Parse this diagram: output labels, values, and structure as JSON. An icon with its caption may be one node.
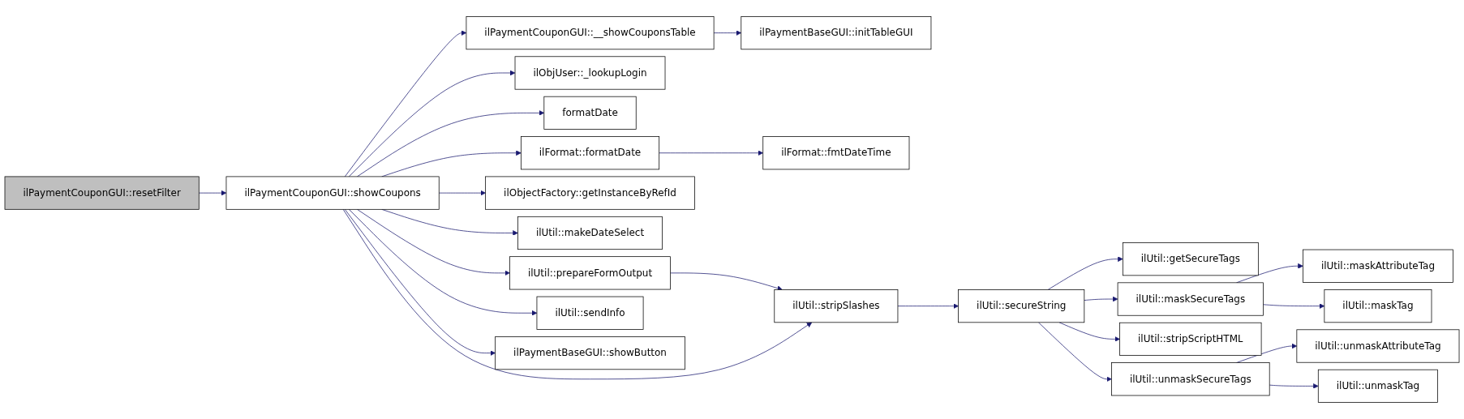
{
  "diagram": {
    "nodes": [
      {
        "text": [
          "ilPaymentCouponGUI::resetFilter"
        ]
      },
      {
        "text": [
          "ilPaymentCouponGUI::showCoupons"
        ]
      },
      {
        "text": [
          "ilPaymentCouponGUI::__showCouponsTable"
        ]
      },
      {
        "text": [
          "ilPaymentBaseGUI::initTableGUI"
        ]
      },
      {
        "text": [
          "ilObjUser::_lookupLogin"
        ]
      },
      {
        "text": [
          "formatDate"
        ]
      },
      {
        "text": [
          "ilFormat::formatDate"
        ]
      },
      {
        "text": [
          "ilFormat::fmtDateTime"
        ]
      },
      {
        "text": [
          "ilObjectFactory::getInstanceByRefId"
        ]
      },
      {
        "text": [
          "ilUtil::makeDateSelect"
        ]
      },
      {
        "text": [
          "ilUtil::prepareFormOutput"
        ]
      },
      {
        "text": [
          "ilUtil::stripSlashes"
        ]
      },
      {
        "text": [
          "ilUtil::secureString"
        ]
      },
      {
        "text": [
          "ilUtil::getSecureTags"
        ]
      },
      {
        "text": [
          "ilUtil::maskSecureTags"
        ]
      },
      {
        "text": [
          "ilUtil::maskAttributeTag"
        ]
      },
      {
        "text": [
          "ilUtil::maskTag"
        ]
      },
      {
        "text": [
          "ilUtil::stripScriptHTML"
        ]
      },
      {
        "text": [
          "ilUtil::unmaskSecureTags"
        ]
      },
      {
        "text": [
          "ilUtil::unmaskAttributeTag"
        ]
      },
      {
        "text": [
          "ilUtil::unmaskTag"
        ]
      },
      {
        "text": [
          "ilUtil::sendInfo"
        ]
      },
      {
        "text": [
          "ilPaymentBaseGUI::showButton"
        ]
      }
    ],
    "edges": [
      {
        "from": 0,
        "to": 1,
        "arrow": "to"
      },
      {
        "from": 1,
        "to": 2,
        "arrow": "to"
      },
      {
        "from": 2,
        "to": 3,
        "arrow": "to"
      },
      {
        "from": 1,
        "to": 4,
        "arrow": "to"
      },
      {
        "from": 1,
        "to": 5,
        "arrow": "to"
      },
      {
        "from": 1,
        "to": 6,
        "arrow": "to"
      },
      {
        "from": 6,
        "to": 7,
        "arrow": "to"
      },
      {
        "from": 1,
        "to": 8,
        "arrow": "to"
      },
      {
        "from": 1,
        "to": 9,
        "arrow": "to"
      },
      {
        "from": 1,
        "to": 10,
        "arrow": "to"
      },
      {
        "from": 10,
        "to": 11,
        "arrow": "to"
      },
      {
        "from": 1,
        "to": 11,
        "arrow": "to"
      },
      {
        "from": 11,
        "to": 12,
        "arrow": "to"
      },
      {
        "from": 12,
        "to": 13,
        "arrow": "to"
      },
      {
        "from": 12,
        "to": 14,
        "arrow": "to"
      },
      {
        "from": 14,
        "to": 15,
        "arrow": "to"
      },
      {
        "from": 14,
        "to": 16,
        "arrow": "to"
      },
      {
        "from": 12,
        "to": 17,
        "arrow": "to"
      },
      {
        "from": 12,
        "to": 18,
        "arrow": "to"
      },
      {
        "from": 18,
        "to": 19,
        "arrow": "to"
      },
      {
        "from": 18,
        "to": 20,
        "arrow": "to"
      },
      {
        "from": 1,
        "to": 21,
        "arrow": "to"
      },
      {
        "from": 1,
        "to": 22,
        "arrow": "to"
      }
    ]
  }
}
